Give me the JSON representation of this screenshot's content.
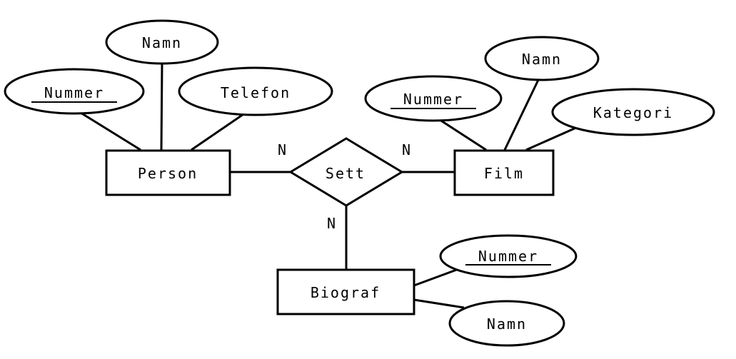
{
  "entities": {
    "person": {
      "name": "Person"
    },
    "film": {
      "name": "Film"
    },
    "biograf": {
      "name": "Biograf"
    }
  },
  "relationship": {
    "name": "Sett",
    "cardinalities": {
      "person": "N",
      "film": "N",
      "biograf": "N"
    }
  },
  "attributes": {
    "person": {
      "nummer": {
        "label": "Nummer",
        "key": true
      },
      "namn": {
        "label": "Namn",
        "key": false
      },
      "telefon": {
        "label": "Telefon",
        "key": false
      }
    },
    "film": {
      "nummer": {
        "label": "Nummer",
        "key": true
      },
      "namn": {
        "label": "Namn",
        "key": false
      },
      "kategori": {
        "label": "Kategori",
        "key": false
      }
    },
    "biograf": {
      "nummer": {
        "label": "Nummer",
        "key": true
      },
      "namn": {
        "label": "Namn",
        "key": false
      }
    }
  }
}
